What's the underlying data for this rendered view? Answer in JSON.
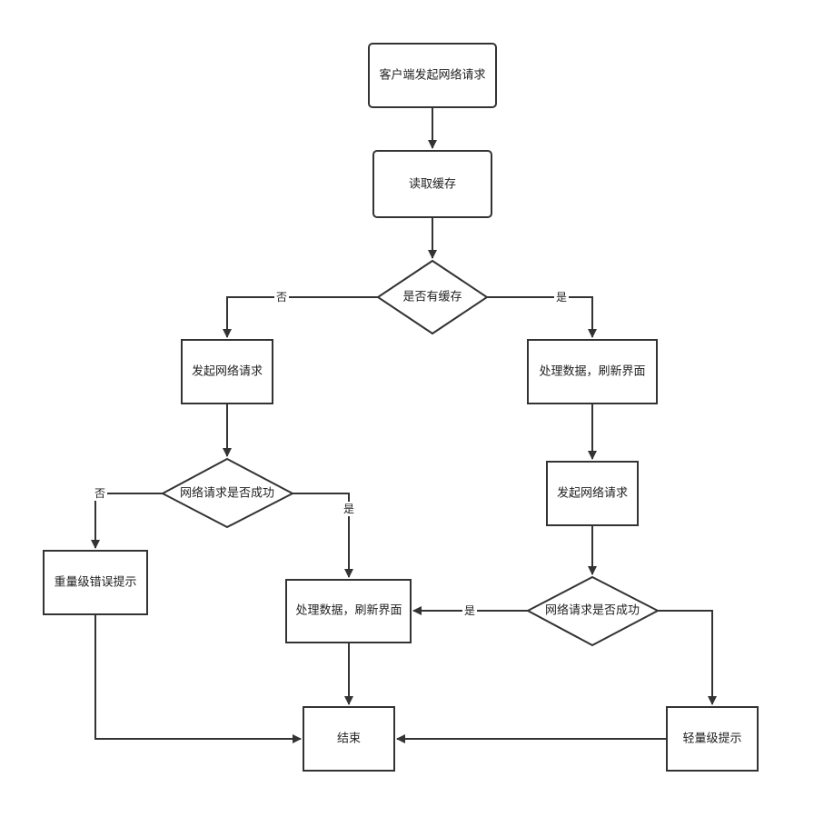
{
  "nodes": {
    "start": "客户端发起网络请求",
    "read_cache": "读取缓存",
    "has_cache": "是否有缓存",
    "request_left": "发起网络请求",
    "process_right": "处理数据，刷新界面",
    "request_right": "发起网络请求",
    "success_left": "网络请求是否成功",
    "heavy_error": "重量级错误提示",
    "process_center": "处理数据，刷新界面",
    "success_right": "网络请求是否成功",
    "end": "结束",
    "light_tip": "轻量级提示"
  },
  "edge_labels": {
    "cache_no": "否",
    "cache_yes": "是",
    "left_no": "否",
    "left_yes": "是",
    "right_yes": "是"
  }
}
